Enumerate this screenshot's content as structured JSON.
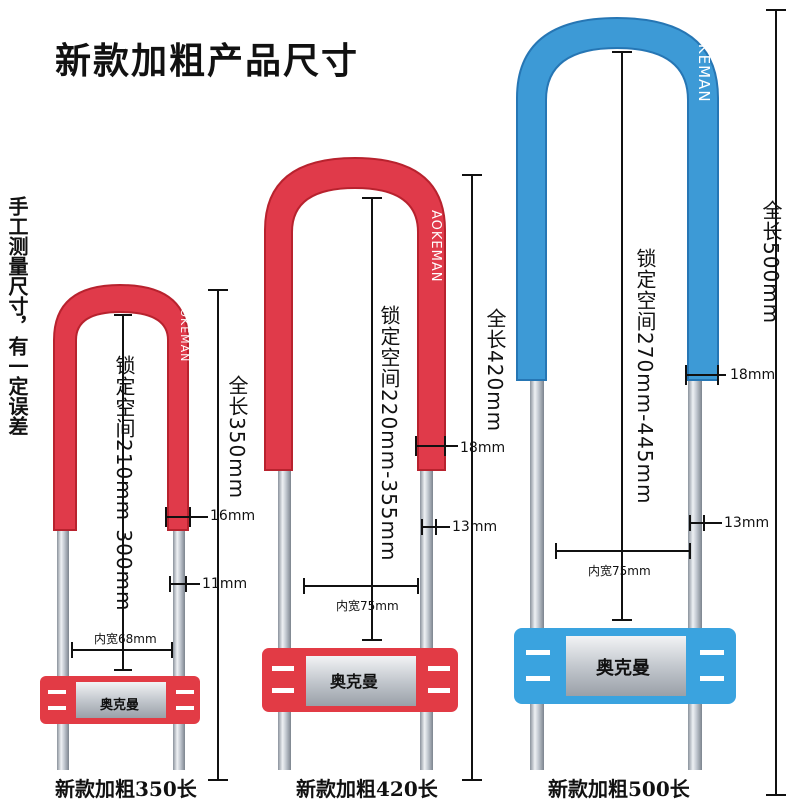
{
  "title": "新款加粗产品尺寸",
  "side_note": "手工测量尺寸，有一定误差",
  "brand_text": "AOKEMAN",
  "brand_logo_text": "奥克曼",
  "colors": {
    "red": "#e03a4a",
    "red_dark": "#b8222e",
    "blue": "#3d9ad6",
    "blue_dark": "#2676b4",
    "steel": "#c9ced6"
  },
  "locks": [
    {
      "id": "350",
      "color": "red",
      "caption": "新款加粗350长",
      "total_label": "全长350mm",
      "lock_space_label": "锁定空间210mm-300mm",
      "shackle_width_label": "16mm",
      "bar_width_label": "11mm",
      "inner_width_label": "内宽68mm"
    },
    {
      "id": "420",
      "color": "red",
      "caption": "新款加粗420长",
      "total_label": "全长420mm",
      "lock_space_label": "锁定空间220mm-355mm",
      "shackle_width_label": "18mm",
      "bar_width_label": "13mm",
      "inner_width_label": "内宽75mm"
    },
    {
      "id": "500",
      "color": "blue",
      "caption": "新款加粗500长",
      "total_label": "全长500mm",
      "lock_space_label": "锁定空间270mm-445mm",
      "shackle_width_label": "18mm",
      "bar_width_label": "13mm",
      "inner_width_label": "内宽75mm"
    }
  ]
}
